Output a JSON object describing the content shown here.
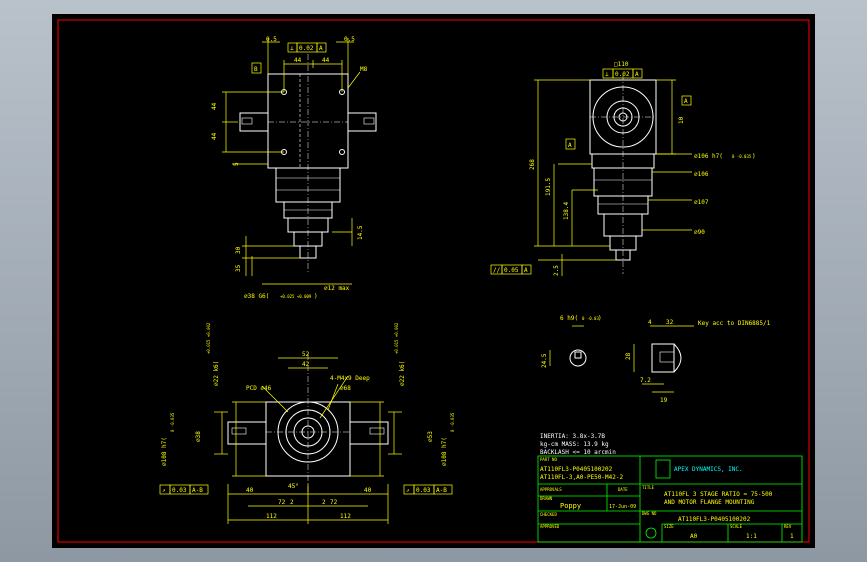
{
  "colors": {
    "border": "#ff0000",
    "geometry": "#ffffff",
    "dimension": "#ffff00",
    "accent": "#00ff00",
    "logo": "#00ffff",
    "background": "#000000"
  },
  "top_view": {
    "tol_05_left": "0.5",
    "tol_05_right": "0.5",
    "fcf_sym": "⊥",
    "fcf_val": "0.02",
    "fcf_ref": "A",
    "datum_b": "B",
    "dim_44_left": "44",
    "dim_44_right": "44",
    "thread": "M8",
    "v_44_upper": "44",
    "v_44_lower": "44",
    "v_5": "5",
    "d30": "30",
    "d35": "35",
    "d145": "14.5",
    "shaft_label": "⌀38 G6(",
    "shaft_tol": "+0.025 +0.009",
    "shaft_label2": ")",
    "d12": "⌀12 max"
  },
  "side_view": {
    "fcf_sym": "⊥",
    "fcf_val": "0.02",
    "fcf_ref": "A",
    "d110": "□110",
    "d10": "10",
    "datum_a": "A",
    "d268": "268",
    "d1915": "191.5",
    "d1384": "138.4",
    "d25": "2.5",
    "d106_tol": "⌀106 h7(",
    "d106_tol2": "0 -0.035",
    "d106_tol3": ")",
    "d106": "⌀106",
    "d107": "⌀107",
    "d90": "⌀90",
    "fcf2_sym": "//",
    "fcf2_val": "0.05",
    "fcf2_ref": "A"
  },
  "key_detail": {
    "d6": "6 h9(",
    "d6_tol": "0 -0.03",
    "d6_close": ")",
    "d245": "24.5",
    "d4": "4",
    "d32": "32",
    "d28": "28",
    "d72": "7.2",
    "d19": "19",
    "key_note": "Key acc to DIN6885/1"
  },
  "front_view": {
    "d52": "52",
    "d42": "42",
    "holes": "4-M4x9 Deep",
    "pcd": "PCD ⌀46",
    "d68": "⌀68",
    "d22_left": "⌀22 k6(",
    "d22_left_tol": "+0.015 +0.002",
    "d22_right": "⌀22 k6(",
    "d22_right_tol": "+0.015 +0.002",
    "d108_left": "⌀108 h7(",
    "d108_left_tol": "0 -0.035",
    "d108_right": "⌀108 h7(",
    "d108_right_tol": "0 -0.035",
    "d38": "⌀38",
    "d53": "⌀53",
    "angle": "45°",
    "d40_l": "40",
    "d40_r": "40",
    "d2_l": "2",
    "d2_r": "2",
    "d72_l": "72",
    "d72_r": "72",
    "d112_l": "112",
    "d112_r": "112",
    "fcf_l_sym": "↗",
    "fcf_l_val": "0.03",
    "fcf_l_ref": "A-B",
    "fcf_r_sym": "↗",
    "fcf_r_val": "0.03",
    "fcf_r_ref": "A-B"
  },
  "notes": {
    "inertia": "INERTIA: 3.8x-3.7B",
    "mass": "kg-cm MASS: 13.9 kg",
    "backlash": "BACKLASH <= 10 arcmin"
  },
  "title_block": {
    "part_no_label": "PART NO",
    "part_no_1": "AT110FL3-P0405100202",
    "part_no_2": "AT110FL-3,A0-PE50-M42-2",
    "approvals_label": "APPROVALS",
    "date_label": "DATE",
    "drawn_label": "DRAWN",
    "drawn_by": "Poppy",
    "drawn_date": "17-Jun-09",
    "checked_label": "CHECKED",
    "approved_label": "APPROVED",
    "company": "APEX DYNAMICS, INC.",
    "title_label": "TITLE",
    "title_line1": "AT110FL 3 STAGE RATIO = 75-500",
    "title_line2": "AND MOTOR FLANGE MOUNTING",
    "dwg_no_label": "DWG NO",
    "dwg_no": "AT110FL3-P0405100202",
    "size_label": "SIZE",
    "size": "A0",
    "scale_label": "SCALE",
    "scale": "1:1",
    "rev_label": "REV",
    "rev": "1"
  }
}
